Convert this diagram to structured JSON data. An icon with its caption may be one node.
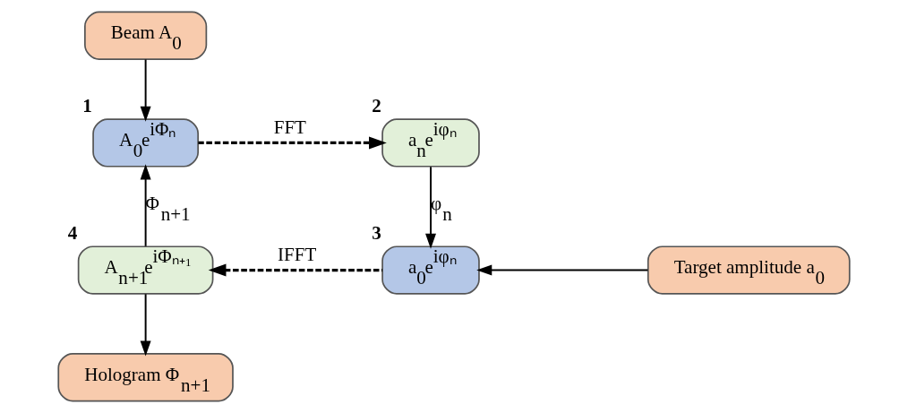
{
  "diagram": {
    "nodes": [
      {
        "text": [
          "Beam A$_{0}$"
        ]
      },
      {
        "text": [
          "A$_{0}$e$^{iΦₙ}$"
        ],
        "beside": [
          "1"
        ]
      },
      {
        "text": [
          "a$_{n}$e$^{iφₙ}$"
        ],
        "beside": [
          "2"
        ]
      },
      {
        "text": [
          "Target amplitude a$_{0}$"
        ]
      },
      {
        "text": [
          "a$_{0}$e$^{iφₙ}$"
        ],
        "beside": [
          "3"
        ]
      },
      {
        "text": [
          "A$_{n+1}$e$^{iΦₙ₊₁}$"
        ],
        "beside": [
          "4"
        ]
      },
      {
        "text": [
          "Hologram Φ$_{n+1}$"
        ]
      }
    ],
    "edges": [
      {
        "from": 0,
        "to": 1,
        "arrow": "to"
      },
      {
        "from": 1,
        "to": 2,
        "arrow": "to",
        "style": "dashed",
        "label": "FFT"
      },
      {
        "from": 2,
        "to": 4,
        "arrow": "to",
        "label": "φ$_{n}$"
      },
      {
        "from": 3,
        "to": 4,
        "arrow": "to"
      },
      {
        "from": 4,
        "to": 5,
        "arrow": "to",
        "style": "dashed",
        "label": "IFFT"
      },
      {
        "from": 5,
        "to": 1,
        "arrow": "to",
        "label": "Φ$_{n+1}$"
      },
      {
        "from": 5,
        "to": 6,
        "arrow": "to"
      }
    ]
  }
}
